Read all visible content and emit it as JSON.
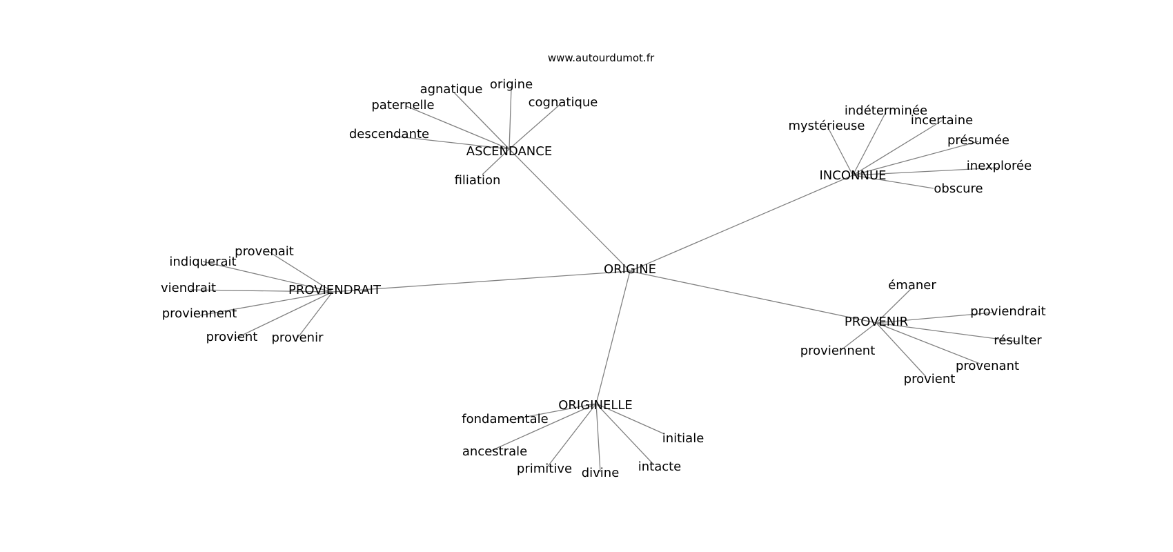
{
  "source": "www.autourdumot.fr",
  "center": "ORIGINE",
  "clusters": [
    {
      "hub": "ASCENDANCE",
      "leaves": [
        "agnatique",
        "origine",
        "cognatique",
        "paternelle",
        "descendante",
        "filiation"
      ]
    },
    {
      "hub": "INCONNUE",
      "leaves": [
        "indéterminée",
        "mystérieuse",
        "incertaine",
        "présumée",
        "inexplorée",
        "obscure"
      ]
    },
    {
      "hub": "PROVIENDRAIT",
      "leaves": [
        "provenait",
        "indiquerait",
        "viendrait",
        "proviennent",
        "provient",
        "provenir"
      ]
    },
    {
      "hub": "PROVENIR",
      "leaves": [
        "émaner",
        "proviendrait",
        "résulter",
        "provenant",
        "provient",
        "proviennent"
      ]
    },
    {
      "hub": "ORIGINELLE",
      "leaves": [
        "fondamentale",
        "ancestrale",
        "primitive",
        "divine",
        "intacte",
        "initiale"
      ]
    }
  ]
}
